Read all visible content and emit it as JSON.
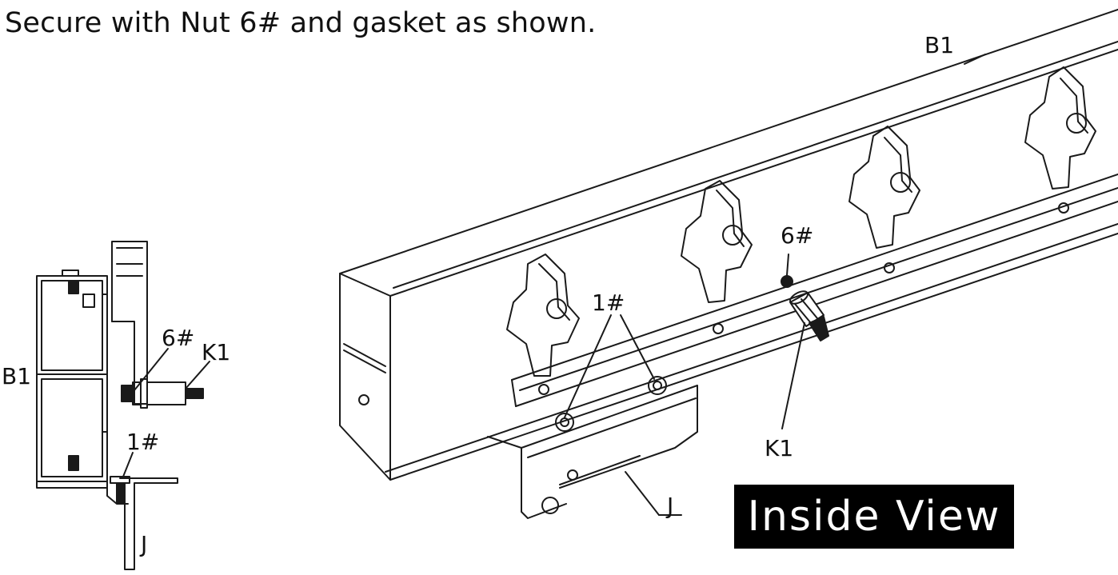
{
  "instruction": {
    "text": "Secure with Nut 6# and gasket as shown."
  },
  "badge": {
    "text": "Inside View"
  },
  "side_view": {
    "labels": {
      "b1": "B1",
      "nut": "6#",
      "knob": "K1",
      "screw": "1#",
      "bracket": "J"
    }
  },
  "main_view": {
    "labels": {
      "b1": "B1",
      "nut": "6#",
      "screw": "1#",
      "knob": "K1",
      "bracket": "J"
    }
  }
}
